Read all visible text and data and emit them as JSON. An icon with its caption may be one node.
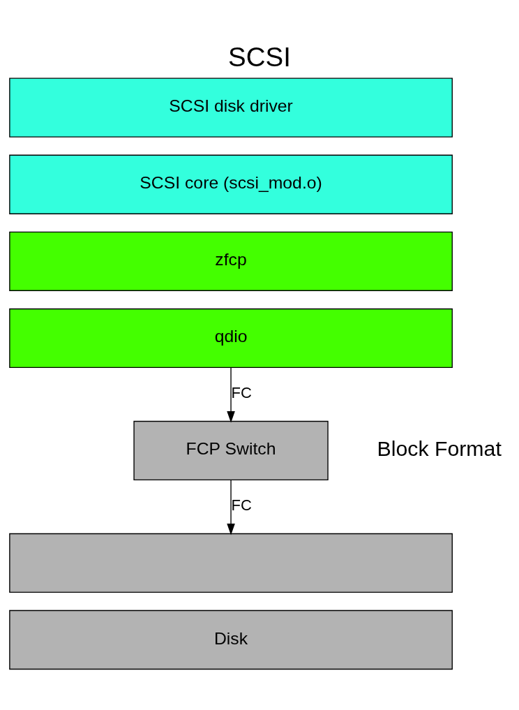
{
  "diagram": {
    "title": "SCSI",
    "nodes": [
      {
        "text": [
          "SCSI disk driver"
        ]
      },
      {
        "text": [
          "SCSI core (scsi_mod.o)"
        ]
      },
      {
        "text": [
          "zfcp"
        ]
      },
      {
        "text": [
          "qdio"
        ]
      },
      {
        "text": [
          "FCP Switch"
        ]
      },
      {
        "text": [],
        "shape": "box"
      },
      {
        "text": [
          "Disk"
        ]
      }
    ],
    "edges": [
      {
        "from": 3,
        "to": 4,
        "label": "FC",
        "arrow": "to"
      },
      {
        "from": 4,
        "to": 5,
        "label": "FC",
        "arrow": "to"
      }
    ],
    "labels": [
      "Block Format"
    ]
  }
}
